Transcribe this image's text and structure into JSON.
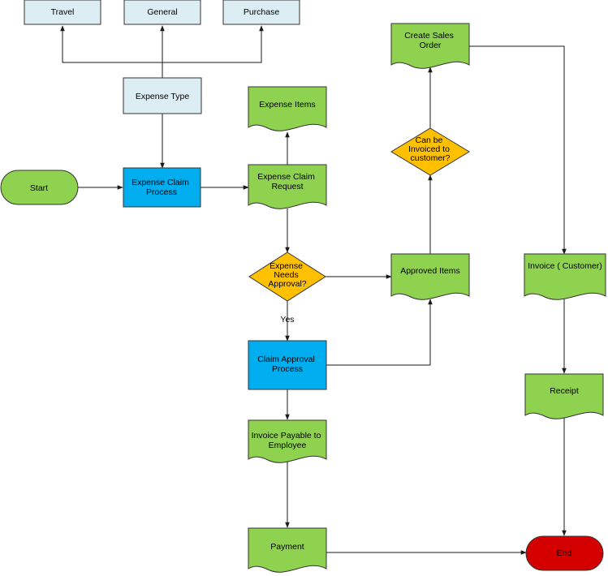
{
  "colors": {
    "category_fill": "#dceef4",
    "process_fill": "#00aeef",
    "document_fill": "#8fd24f",
    "decision_fill": "#ffc000",
    "start_fill": "#8fd24f",
    "end_fill": "#d40000",
    "stroke": "#333333",
    "connector": "#1a1a1a"
  },
  "nodes": {
    "travel": "Travel",
    "general": "General",
    "purchase": "Purchase",
    "expense_type": "Expense Type",
    "start": "Start",
    "expense_claim_process": [
      "Expense Claim",
      "Process"
    ],
    "expense_items": "Expense Items",
    "expense_claim_request": [
      "Expense Claim",
      "Request"
    ],
    "expense_needs_approval": [
      "Expense",
      "Needs",
      "Approval?"
    ],
    "claim_approval_process": [
      "Claim Approval",
      "Process"
    ],
    "invoice_payable": [
      "Invoice Payable to",
      "Employee"
    ],
    "payment": "Payment",
    "approved_items": "Approved Items",
    "can_be_invoiced": [
      "Can be",
      "Invoiced to",
      "customer?"
    ],
    "create_sales_order": [
      "Create Sales",
      "Order"
    ],
    "invoice_customer": "Invoice ( Customer)",
    "receipt": "Receipt",
    "end": "End"
  },
  "edge_labels": {
    "yes": "Yes"
  }
}
